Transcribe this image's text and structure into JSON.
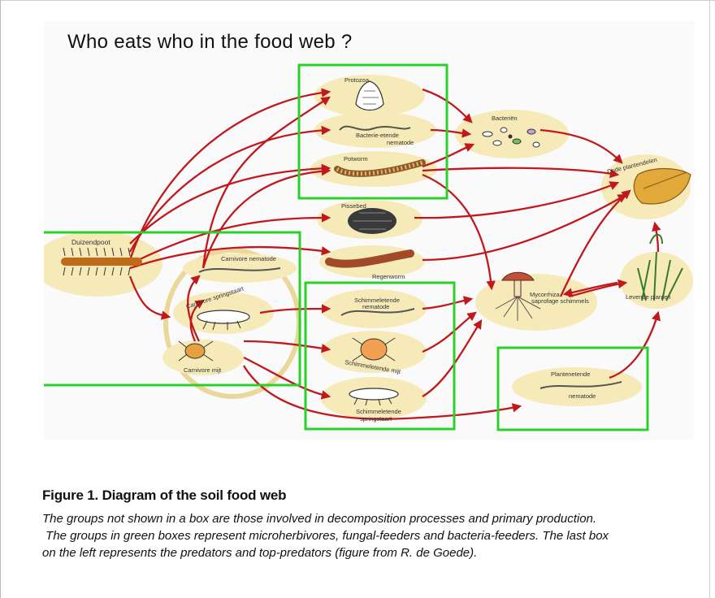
{
  "figure": {
    "title": "Who eats who in the food web ?",
    "organisms": {
      "protozoa": "Protozoa",
      "bacteria_feeding_nematode_1": "Bacterie-etende",
      "bacteria_feeding_nematode_2": "nematode",
      "potworm": "Potworm",
      "bacteria": "Bacteriën",
      "dead_plant_parts": "Dode plantendelen",
      "woodlouse": "Pissebed",
      "centipede": "Duizendpoot",
      "carnivore_nematode": "Carnivore nematode",
      "earthworm": "Regenworm",
      "carnivore_springtail": "Carnivore springstaart",
      "carnivore_mite": "Carnivore mijt",
      "fungal_feeding_nematode_1": "Schimmeletende",
      "fungal_feeding_nematode_2": "nematode",
      "fungal_feeding_mite": "Schimmeletende mijt",
      "fungal_feeding_springtail_1": "Schimmeletende",
      "fungal_feeding_springtail_2": "springstaart",
      "mycorrhiza_1": "Mycorrhiza",
      "mycorrhiza_2": "saprofage schimmels",
      "living_plants": "Levende planten",
      "plant_feeding_nematode_1": "Plantenetende",
      "plant_feeding_nematode_2": "nematode"
    },
    "colors": {
      "arrow": "#c0181c",
      "box": "#2bd12b",
      "blob": "#f6eab8",
      "ring": "#ecd79a"
    }
  },
  "caption": {
    "title": "Figure 1. Diagram of the soil food web",
    "line1": "The groups not shown in a box are those involved in decomposition processes and primary production.",
    "line2": " The groups in green boxes represent microherbivores, fungal-feeders and bacteria-feeders. The last box",
    "line3": "on the left represents the predators and top-predators (figure from R. de Goede)."
  }
}
